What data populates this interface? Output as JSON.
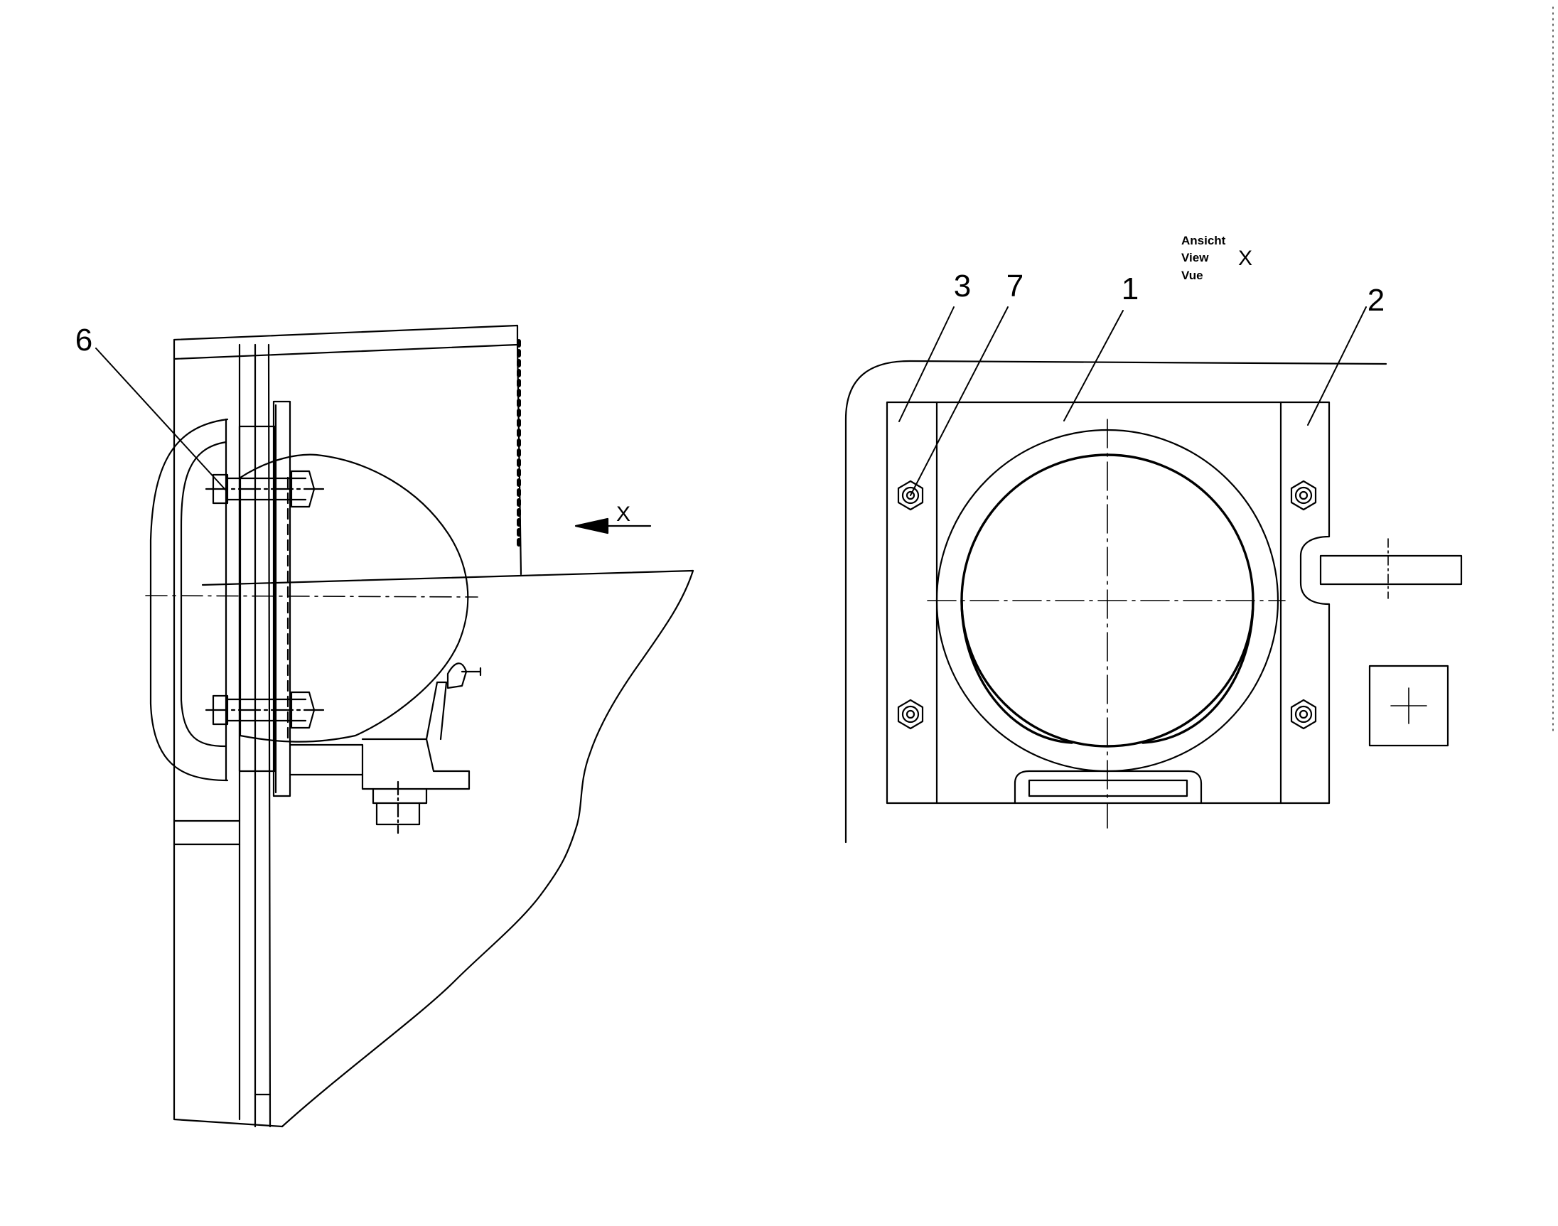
{
  "diagram": {
    "side_view": {
      "callouts": [
        "6"
      ],
      "direction_label": "X"
    },
    "front_view": {
      "title_lines": [
        "Ansicht",
        "View",
        "Vue"
      ],
      "title_letter": "X",
      "callouts": [
        "3",
        "7",
        "1",
        "2"
      ]
    }
  },
  "colors": {
    "line": "#000000",
    "background": "#ffffff"
  }
}
